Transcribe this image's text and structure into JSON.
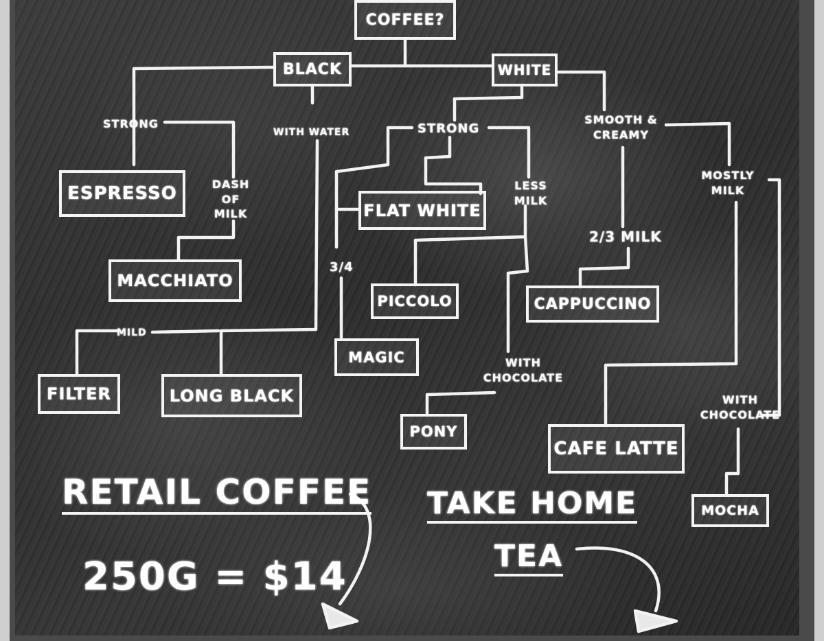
{
  "title": "COFFEE?",
  "nodes": {
    "black": "BLACK",
    "white": "WHITE",
    "espresso": "ESPRESSO",
    "macchiato": "MACCHIATO",
    "filter": "FILTER",
    "long_black": "LONG BLACK",
    "flat_white": "FLAT WHITE",
    "piccolo": "PICCOLO",
    "magic": "MAGIC",
    "pony": "PONY",
    "cappuccino": "CAPPUCCINO",
    "cafe_latte": "CAFE LATTE",
    "mocha": "MOCHA"
  },
  "labels": {
    "strong_black": "STRONG",
    "with_water": "WITH WATER",
    "dash_of_milk": "DASH OF MILK",
    "mild": "MILD",
    "strong_white": "STRONG",
    "smooth_creamy": "SMOOTH & CREAMY",
    "less_milk": "LESS MILK",
    "three_quarter": "3/4",
    "two_thirds_milk": "2/3 MILK",
    "with_chocolate_1": "WITH CHOCOLATE",
    "mostly_milk": "MOSTLY MILK",
    "with_chocolate_2": "WITH CHOCOLATE"
  },
  "retail": {
    "heading": "RETAIL COFFEE",
    "price": "250G = $14"
  },
  "take_home": {
    "line1": "TAKE HOME",
    "line2": "TEA"
  }
}
